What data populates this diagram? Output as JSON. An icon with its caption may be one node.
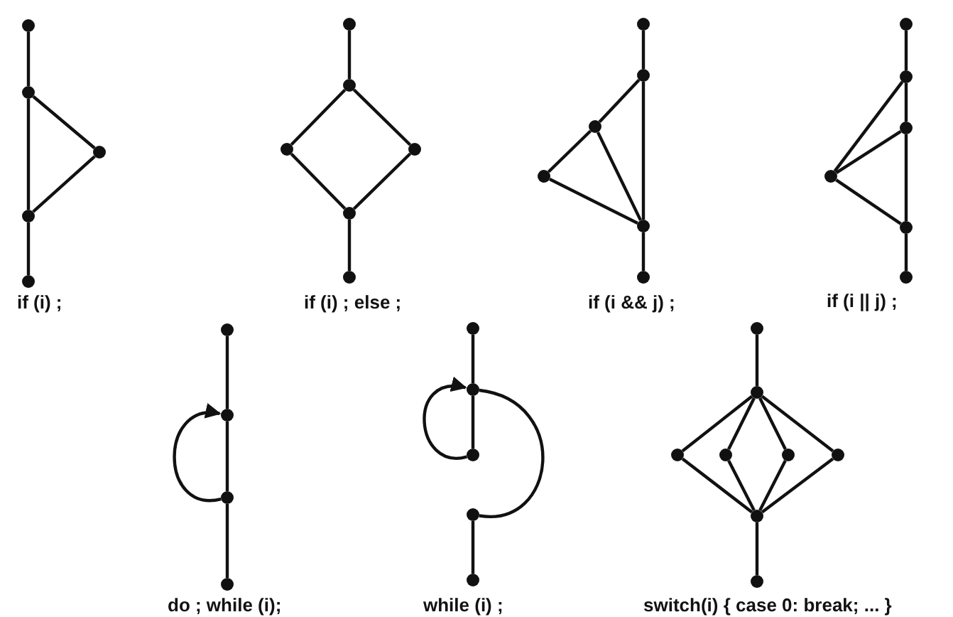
{
  "diagram": {
    "nodes": [
      {
        "text": [],
        "shape": "circle"
      },
      {
        "text": [],
        "shape": "circle"
      },
      {
        "text": [],
        "shape": "circle"
      },
      {
        "text": [],
        "shape": "circle"
      },
      {
        "text": [],
        "shape": "circle"
      },
      {
        "text": [],
        "shape": "circle"
      },
      {
        "text": [],
        "shape": "circle"
      },
      {
        "text": [],
        "shape": "circle"
      },
      {
        "text": [],
        "shape": "circle"
      },
      {
        "text": [],
        "shape": "circle"
      },
      {
        "text": [],
        "shape": "circle"
      },
      {
        "text": [],
        "shape": "circle"
      },
      {
        "text": [],
        "shape": "circle"
      },
      {
        "text": [],
        "shape": "circle"
      },
      {
        "text": [],
        "shape": "circle"
      },
      {
        "text": [],
        "shape": "circle"
      },
      {
        "text": [],
        "shape": "circle"
      },
      {
        "text": [],
        "shape": "circle"
      },
      {
        "text": [],
        "shape": "circle"
      },
      {
        "text": [],
        "shape": "circle"
      },
      {
        "text": [],
        "shape": "circle"
      },
      {
        "text": [],
        "shape": "circle"
      },
      {
        "text": [],
        "shape": "circle"
      },
      {
        "text": [],
        "shape": "circle"
      },
      {
        "text": [],
        "shape": "circle"
      },
      {
        "text": [],
        "shape": "circle"
      },
      {
        "text": [],
        "shape": "circle"
      },
      {
        "text": [],
        "shape": "circle"
      },
      {
        "text": [],
        "shape": "circle"
      },
      {
        "text": [],
        "shape": "circle"
      },
      {
        "text": [],
        "shape": "circle"
      },
      {
        "text": [],
        "shape": "circle"
      },
      {
        "text": [],
        "shape": "circle"
      },
      {
        "text": [],
        "shape": "circle"
      },
      {
        "text": [],
        "shape": "circle"
      },
      {
        "text": [],
        "shape": "circle"
      },
      {
        "text": [],
        "shape": "circle"
      },
      {
        "text": [],
        "shape": "circle"
      },
      {
        "text": [],
        "shape": "circle"
      },
      {
        "text": [],
        "shape": "circle"
      }
    ],
    "edges": [
      {
        "from": 0,
        "to": 1,
        "arrow": "none"
      },
      {
        "from": 1,
        "to": 2,
        "arrow": "none"
      },
      {
        "from": 2,
        "to": 3,
        "arrow": "none"
      },
      {
        "from": 1,
        "to": 3,
        "arrow": "none"
      },
      {
        "from": 3,
        "to": 4,
        "arrow": "none"
      },
      {
        "from": 5,
        "to": 6,
        "arrow": "none"
      },
      {
        "from": 6,
        "to": 7,
        "arrow": "none"
      },
      {
        "from": 6,
        "to": 8,
        "arrow": "none"
      },
      {
        "from": 7,
        "to": 9,
        "arrow": "none"
      },
      {
        "from": 8,
        "to": 9,
        "arrow": "none"
      },
      {
        "from": 9,
        "to": 10,
        "arrow": "none"
      },
      {
        "from": 11,
        "to": 12,
        "arrow": "none"
      },
      {
        "from": 12,
        "to": 13,
        "arrow": "none"
      },
      {
        "from": 13,
        "to": 14,
        "arrow": "none"
      },
      {
        "from": 13,
        "to": 15,
        "arrow": "none"
      },
      {
        "from": 14,
        "to": 15,
        "arrow": "none"
      },
      {
        "from": 12,
        "to": 15,
        "arrow": "none"
      },
      {
        "from": 15,
        "to": 16,
        "arrow": "none"
      },
      {
        "from": 17,
        "to": 18,
        "arrow": "none"
      },
      {
        "from": 18,
        "to": 19,
        "arrow": "none"
      },
      {
        "from": 19,
        "to": 21,
        "arrow": "none"
      },
      {
        "from": 18,
        "to": 20,
        "arrow": "none"
      },
      {
        "from": 19,
        "to": 20,
        "arrow": "none"
      },
      {
        "from": 20,
        "to": 21,
        "arrow": "none"
      },
      {
        "from": 21,
        "to": 22,
        "arrow": "none"
      },
      {
        "from": 23,
        "to": 24,
        "arrow": "none"
      },
      {
        "from": 24,
        "to": 25,
        "arrow": "none"
      },
      {
        "from": 25,
        "to": 26,
        "arrow": "none"
      },
      {
        "from": 25,
        "to": 24,
        "arrow": "to"
      },
      {
        "from": 27,
        "to": 28,
        "arrow": "none"
      },
      {
        "from": 28,
        "to": 29,
        "arrow": "none"
      },
      {
        "from": 29,
        "to": 28,
        "arrow": "to"
      },
      {
        "from": 28,
        "to": 30,
        "arrow": "none"
      },
      {
        "from": 30,
        "to": 31,
        "arrow": "none"
      },
      {
        "from": 32,
        "to": 33,
        "arrow": "none"
      },
      {
        "from": 33,
        "to": 34,
        "arrow": "none"
      },
      {
        "from": 33,
        "to": 35,
        "arrow": "none"
      },
      {
        "from": 33,
        "to": 36,
        "arrow": "none"
      },
      {
        "from": 33,
        "to": 37,
        "arrow": "none"
      },
      {
        "from": 34,
        "to": 38,
        "arrow": "none"
      },
      {
        "from": 35,
        "to": 38,
        "arrow": "none"
      },
      {
        "from": 36,
        "to": 38,
        "arrow": "none"
      },
      {
        "from": 37,
        "to": 38,
        "arrow": "none"
      },
      {
        "from": 38,
        "to": 39,
        "arrow": "none"
      }
    ],
    "labels": [
      "if (i) ;",
      "if (i) ; else ;",
      "if (i && j) ;",
      "if (i || j) ;",
      "do ; while (i);",
      "while (i) ;",
      "switch(i) { case 0: break; ... }"
    ]
  }
}
